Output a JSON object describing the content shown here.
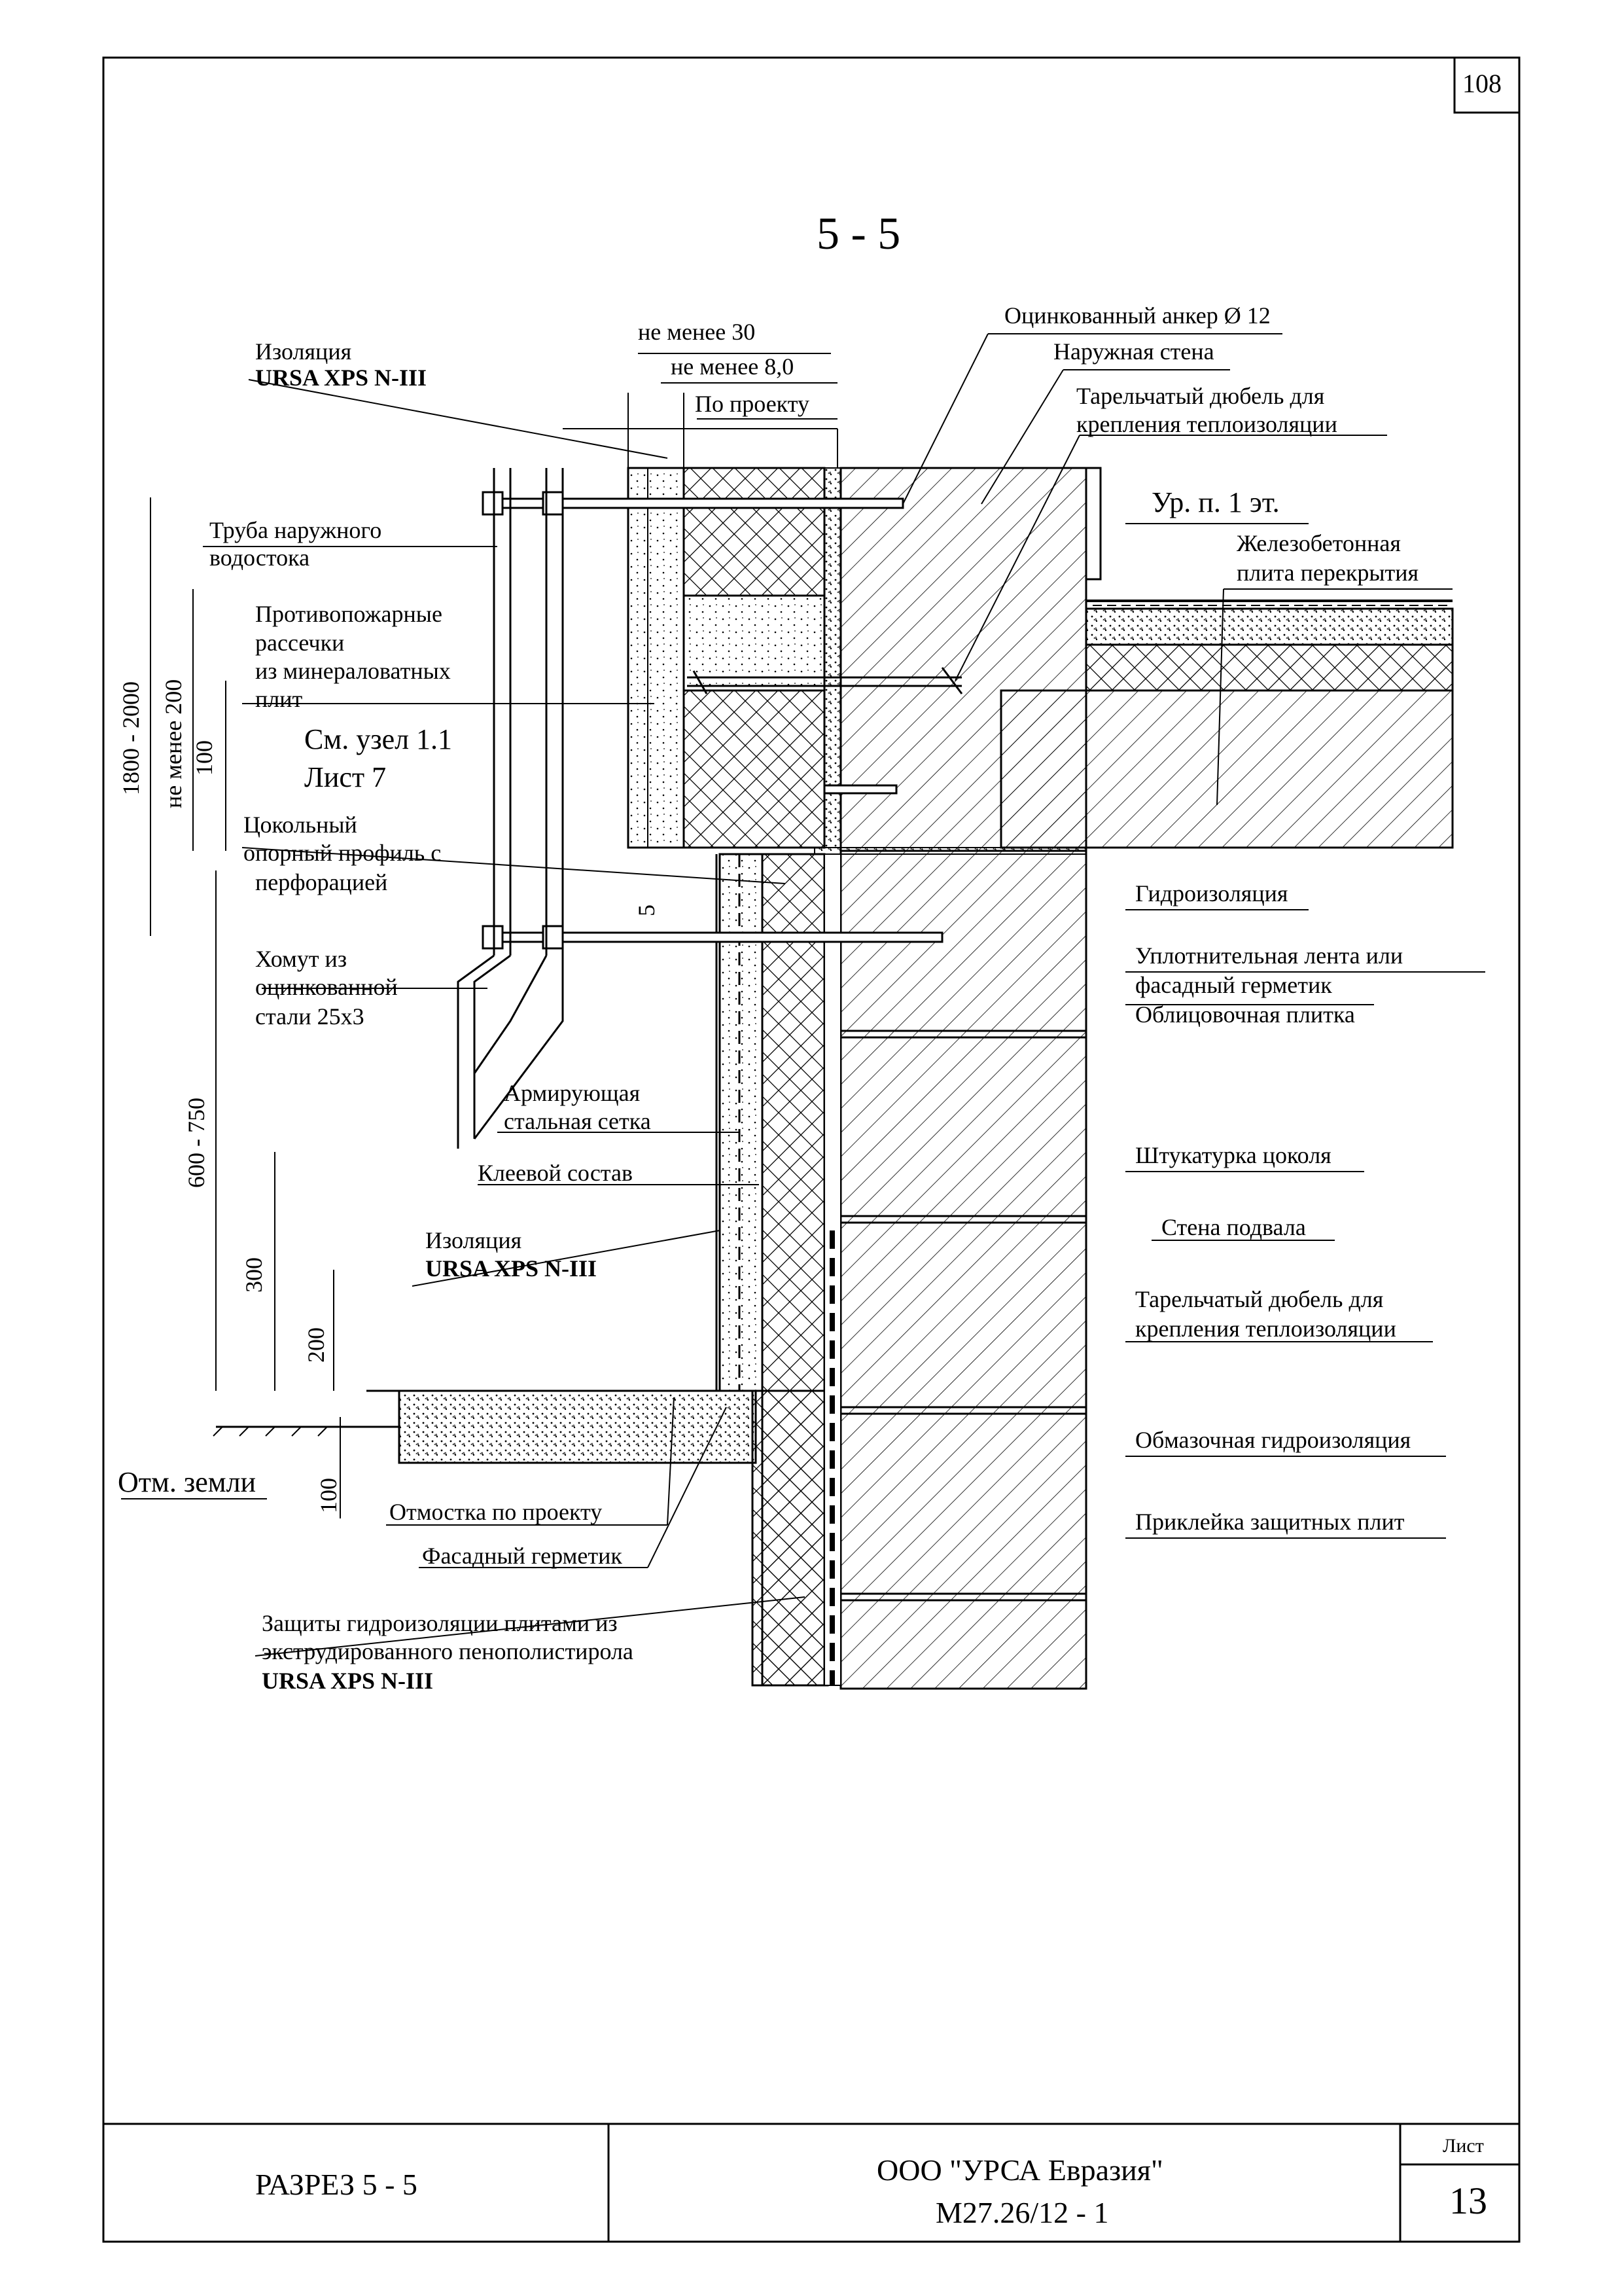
{
  "sheet_number_top": "108",
  "section_title": "5 - 5",
  "dimensions": {
    "top1": "не менее 30",
    "top2": "не менее 8,0",
    "top3": "По проекту",
    "vert_1800": "1800 - 2000",
    "vert_200min": "не менее 200",
    "vert_100a": "100",
    "vert_600": "600 - 750",
    "vert_300": "300",
    "vert_200": "200",
    "vert_100b": "100",
    "gap_5": "5"
  },
  "labels_left": {
    "insulation_top_1": "Изоляция",
    "insulation_top_2": "URSA XPS N-III",
    "pipe_1": "Труба наружного",
    "pipe_2": "водостока",
    "fire_1": "Противопожарные",
    "fire_2": "рассечки",
    "fire_3": "из минераловатных",
    "fire_4": "плит",
    "ref_1": "См. узел 1.1",
    "ref_2": "Лист 7",
    "profile_1": "Цокольный",
    "profile_2": "опорный профиль с",
    "profile_3": "перфорацией",
    "clamp_1": "Хомут из",
    "clamp_2": "оцинкованной",
    "clamp_3": "стали 25х3",
    "mesh_1": "Армирующая",
    "mesh_2": "стальная сетка",
    "glue": "Клеевой состав",
    "insulation_mid_1": "Изоляция",
    "insulation_mid_2": "URSA XPS N-III",
    "ground": "Отм. земли",
    "blind_area": "Отмостка по проекту",
    "facade_sealant": "Фасадный герметик",
    "protect_1": "Защиты гидроизоляции плитами  из",
    "protect_2": "экструдированного пенополистирола",
    "protect_3": "URSA XPS N-III"
  },
  "labels_right": {
    "anchor": "Оцинкованный анкер Ø 12",
    "outer_wall": "Наружная стена",
    "dowel_top_1": "Тарельчатый  дюбель  для",
    "dowel_top_2": "крепления теплоизоляции",
    "floor_level": "Ур. п. 1 эт.",
    "slab_1": "Железобетонная",
    "slab_2": "плита перекрытия",
    "waterproofing": "Гидроизоляция",
    "seal_1": "Уплотнительная   лента    или",
    "seal_2": "фасадный герметик",
    "tile": "Облицовочная плитка",
    "plaster": "Штукатурка цоколя",
    "basement_wall": "Стена подвала",
    "dowel_bot_1": "Тарельчатый  дюбель для",
    "dowel_bot_2": "крепления теплоизоляции",
    "coating_wp": "Обмазочная гидроизоляция",
    "gluing": "Приклейка защитных плит"
  },
  "title_block": {
    "left": "РАЗРЕЗ 5 - 5",
    "company": "ООО \"УРСА Евразия\"",
    "code": "М27.26/12 - 1",
    "sheet_label": "Лист",
    "sheet_number": "13"
  }
}
